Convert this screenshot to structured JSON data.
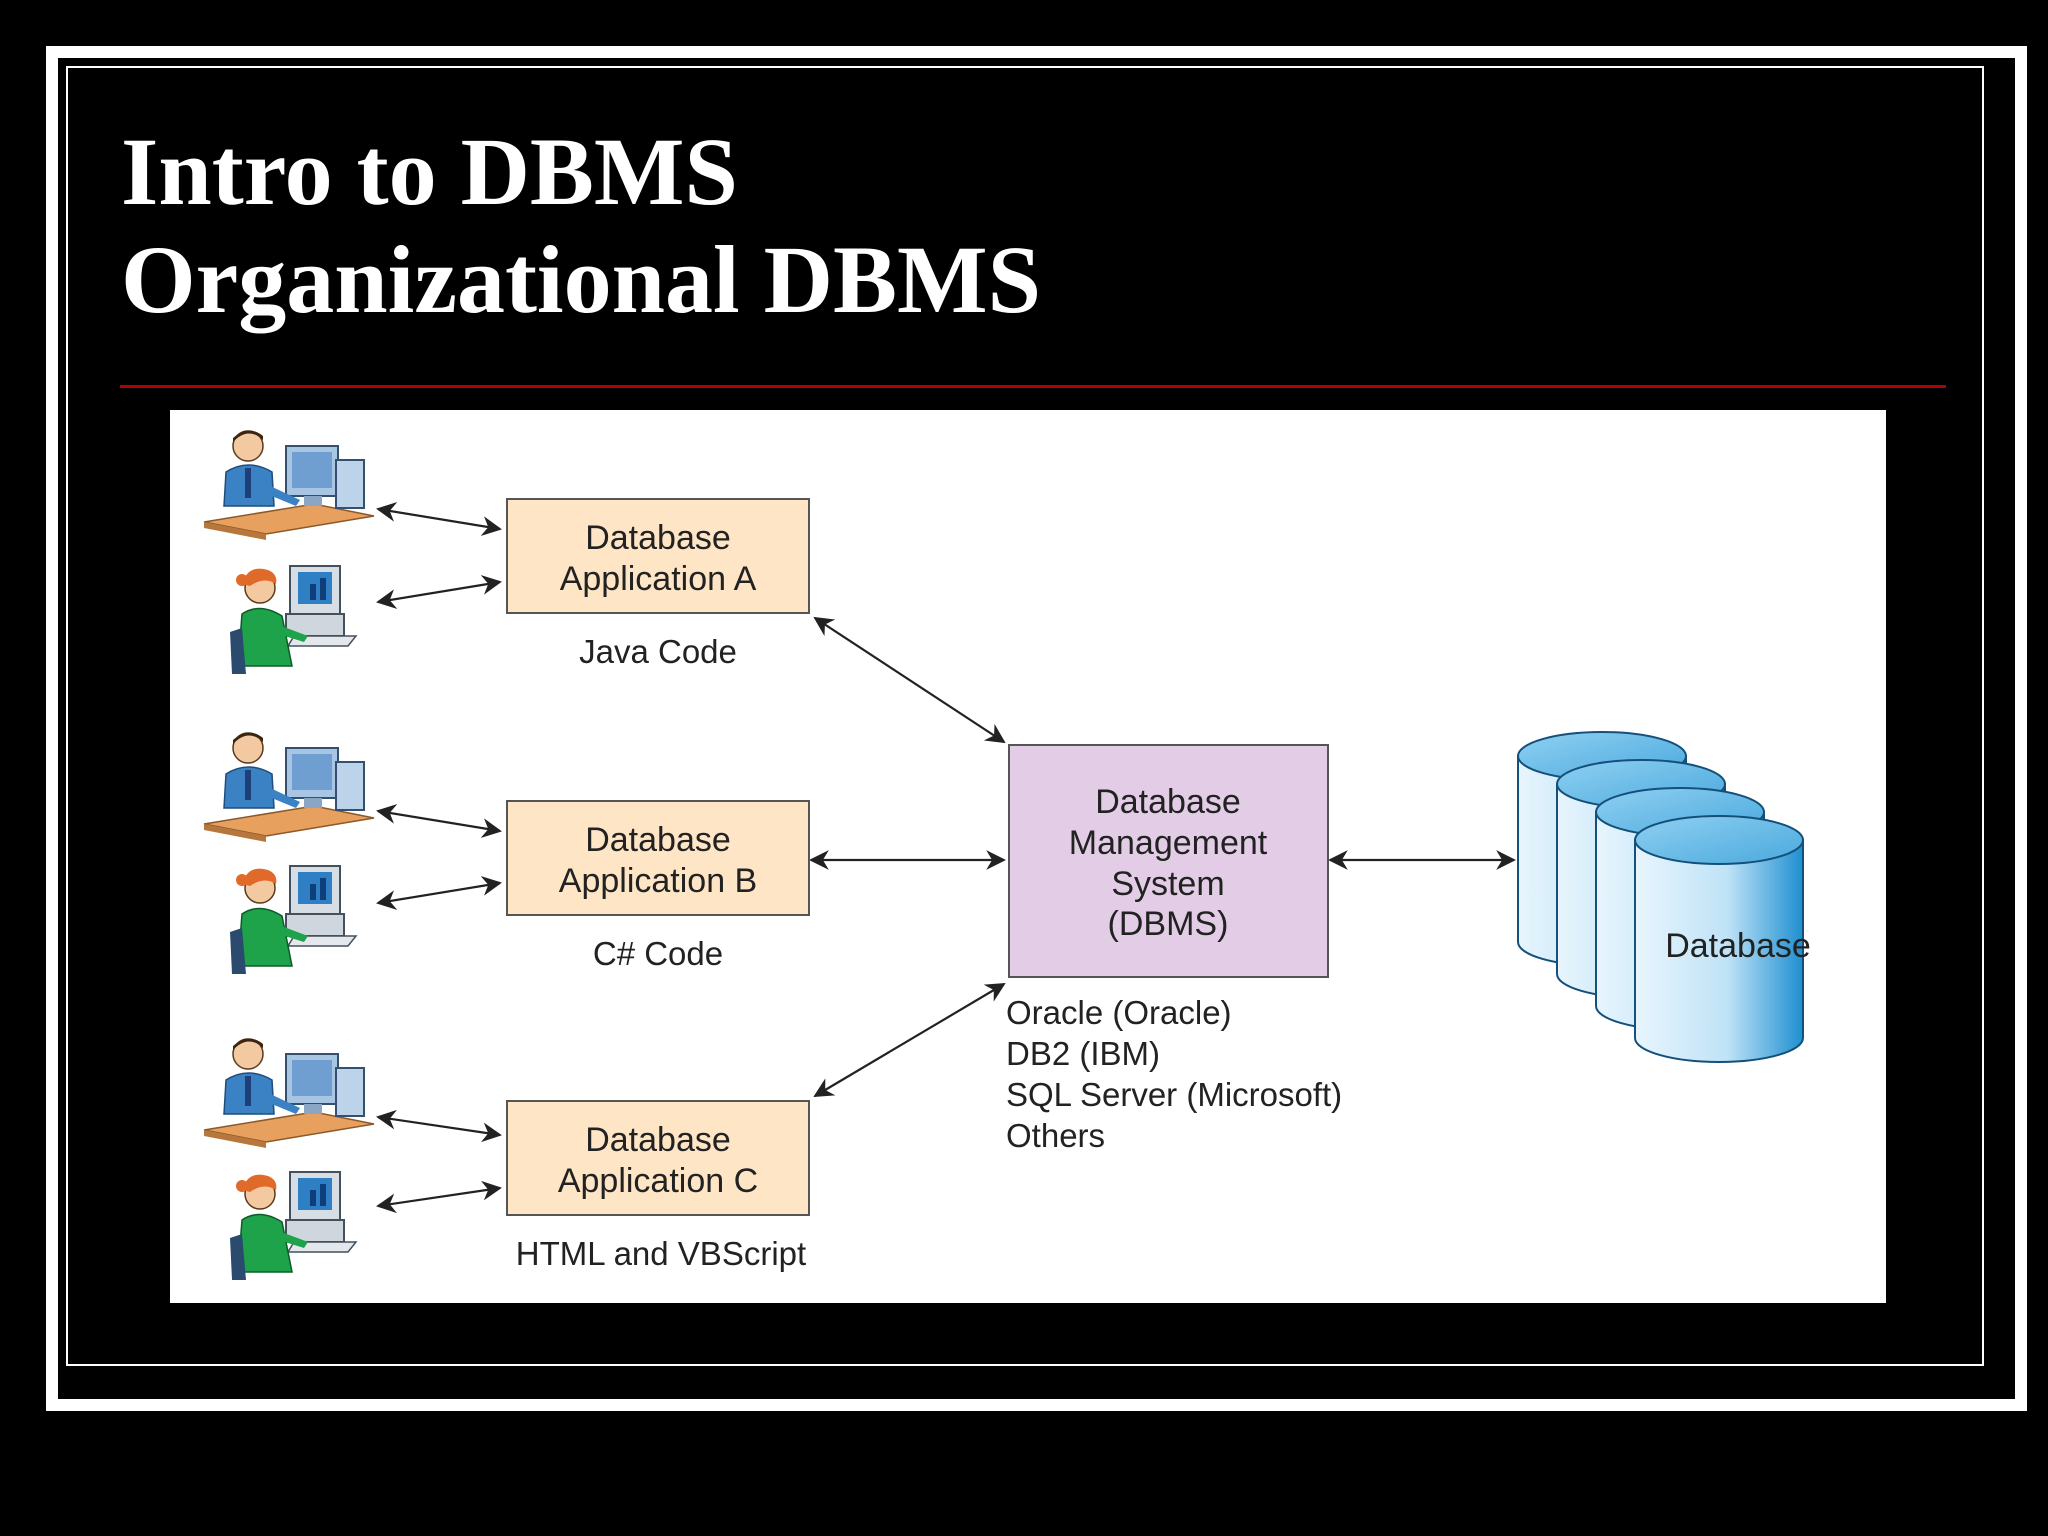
{
  "slide": {
    "title_line1": "Intro to DBMS",
    "title_line2": "Organizational DBMS"
  },
  "diagram": {
    "apps": [
      {
        "line1": "Database",
        "line2": "Application A",
        "code": "Java Code"
      },
      {
        "line1": "Database",
        "line2": "Application B",
        "code": "C# Code"
      },
      {
        "line1": "Database",
        "line2": "Application C",
        "code": "HTML and VBScript"
      }
    ],
    "dbms": {
      "lines": [
        "Database",
        "Management",
        "System",
        "(DBMS)"
      ]
    },
    "vendors": [
      "Oracle (Oracle)",
      "DB2 (IBM)",
      "SQL Server (Microsoft)",
      "Others"
    ],
    "database_label": "Database"
  },
  "colors": {
    "app_box_fill": "#fde5c6",
    "dbms_box_fill": "#e3cde6",
    "cylinder_fill": "#6bbde8",
    "rule": "#b00000"
  }
}
